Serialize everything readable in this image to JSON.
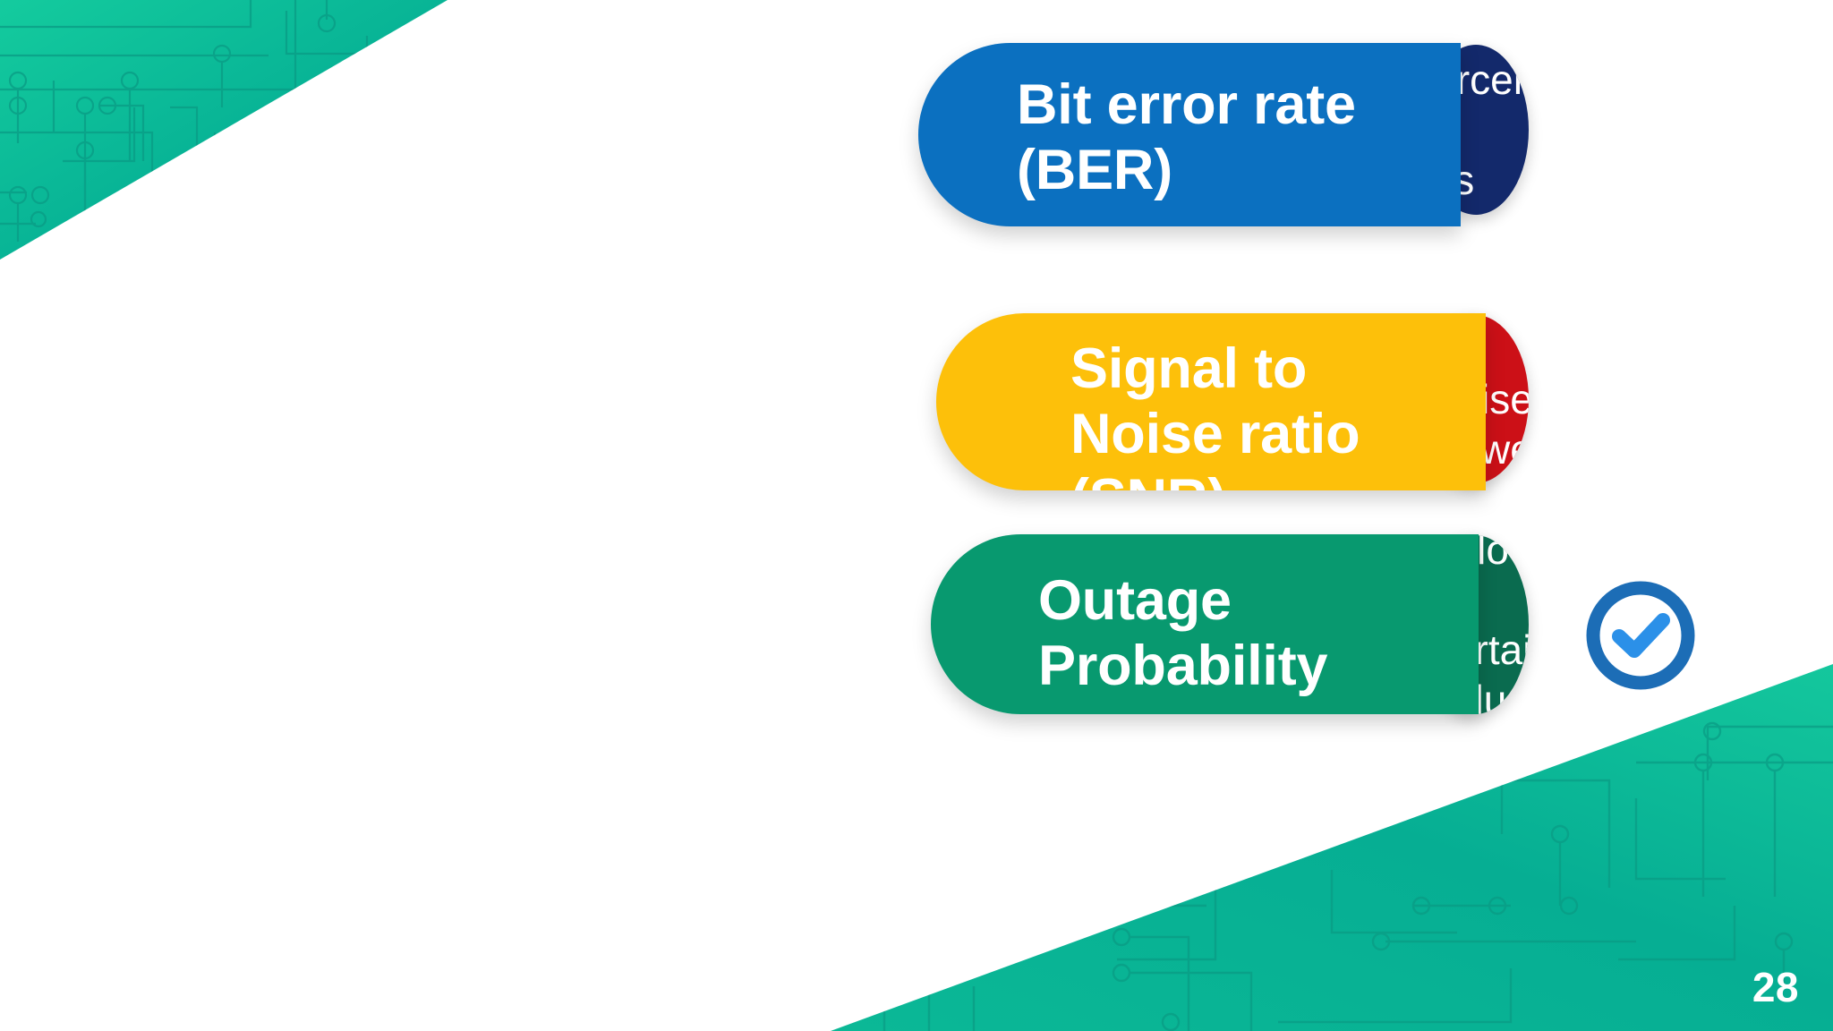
{
  "slide": {
    "page_number": "28",
    "background_color": "#FFFFFF",
    "accent_teal": "#10C09A"
  },
  "decorations": {
    "top_left_corner": {
      "name": "circuit-pattern-triangle",
      "gradient_from": "#12C79C",
      "gradient_to": "#009C8C"
    },
    "bottom_right_corner": {
      "name": "circuit-pattern-triangle",
      "gradient_from": "#0FC09A",
      "gradient_to": "#019A8D"
    }
  },
  "cards": [
    {
      "id": "ber",
      "title": "Bit error rate\n(BER)",
      "description": "It is the percent of\nbits received.",
      "pill_color": "#0B70C0",
      "circle_color": "#13296B"
    },
    {
      "id": "snr",
      "title": "Signal to\nNoise ratio\n(SNR)",
      "description": "Power to\nnoise power to",
      "pill_color": "#FDC00A",
      "circle_color": "#CC1017"
    },
    {
      "id": "outage",
      "title": "Outage\nProbability",
      "description": "below a certain value.",
      "pill_color": "#08996F",
      "circle_color": "#0A6B4F"
    }
  ],
  "check_icon": {
    "name": "check-circle-icon",
    "ring_color": "#1C6DB6",
    "check_color": "#2B90E8"
  }
}
